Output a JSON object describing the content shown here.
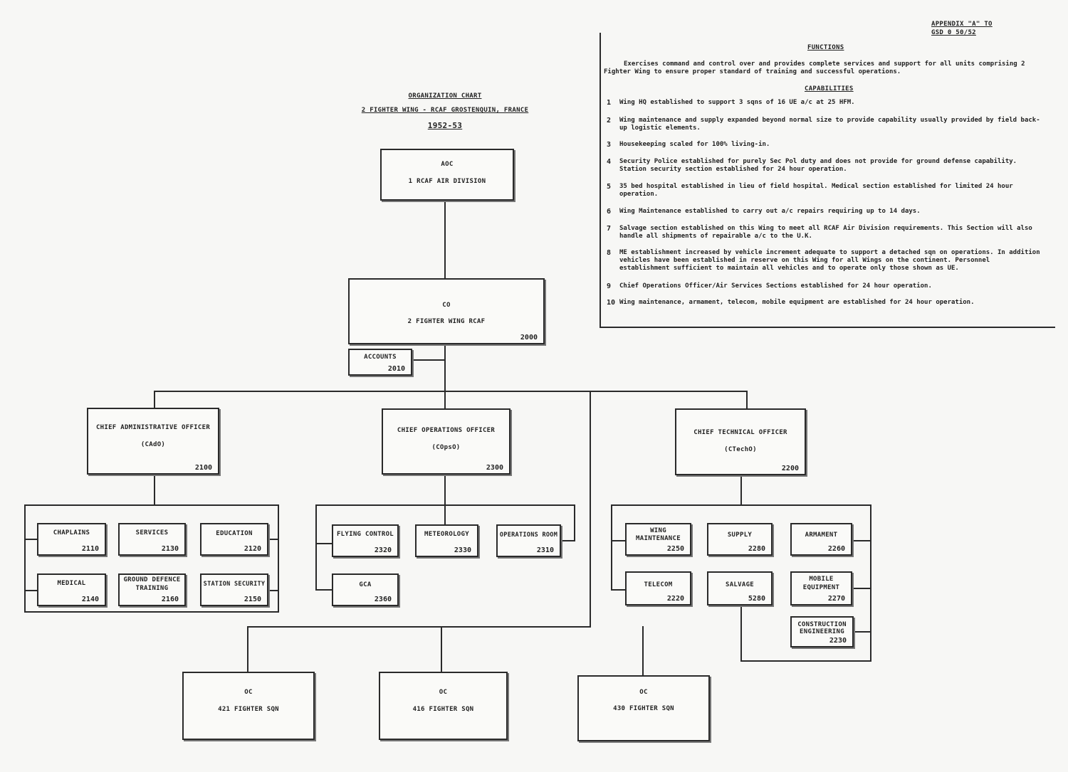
{
  "appendix": {
    "line1": "APPENDIX \"A\" TO",
    "line2": "GSD 0 50/52"
  },
  "title": {
    "line1": "ORGANIZATION CHART",
    "line2": "2 FIGHTER WING - RCAF GROSTENQUIN, FRANCE",
    "line3": "1952-53"
  },
  "functions": {
    "heading": "FUNCTIONS",
    "text": "Exercises command and control over and provides complete services and support for all units comprising 2 Fighter Wing to ensure proper standard of training and successful operations.",
    "capabilities_heading": "CAPABILITIES",
    "items": [
      {
        "n": "1",
        "text": "Wing HQ established to support 3 sqns of 16 UE a/c at 25 HFM."
      },
      {
        "n": "2",
        "text": "Wing maintenance and supply expanded beyond normal size to provide capability usually provided by field back-up logistic elements."
      },
      {
        "n": "3",
        "text": "Housekeeping scaled for 100% living-in."
      },
      {
        "n": "4",
        "text": "Security Police established for purely Sec Pol duty and does not provide for ground defense capability. Station security section established for 24 hour operation."
      },
      {
        "n": "5",
        "text": "35 bed hospital established in lieu of field hospital. Medical section established for limited 24 hour operation."
      },
      {
        "n": "6",
        "text": "Wing Maintenance established to carry out a/c repairs requiring up to 14 days."
      },
      {
        "n": "7",
        "text": "Salvage section established on this Wing to meet all RCAF Air Division requirements. This Section will also handle all shipments of repairable a/c to the U.K."
      },
      {
        "n": "8",
        "text": "ME establishment increased by vehicle increment adequate to support a detached sqn on operations. In addition vehicles have been established in reserve on this Wing for all Wings on the continent. Personnel establishment sufficient to maintain all vehicles and to operate only those shown as UE."
      },
      {
        "n": "9",
        "text": "Chief Operations Officer/Air Services Sections established for 24 hour operation."
      },
      {
        "n": "10",
        "text": "Wing maintenance, armament, telecom, mobile equipment are established for 24 hour operation."
      }
    ]
  },
  "nodes": {
    "aoc": {
      "l1": "AOC",
      "l2": "1 RCAF AIR DIVISION"
    },
    "co": {
      "l1": "CO",
      "l2": "2 FIGHTER WING RCAF",
      "num": "2000"
    },
    "accounts": {
      "l1": "ACCOUNTS",
      "num": "2010"
    },
    "cao": {
      "l1": "CHIEF ADMINISTRATIVE OFFICER",
      "l2": "(CAdO)",
      "num": "2100"
    },
    "coo": {
      "l1": "CHIEF OPERATIONS OFFICER",
      "l2": "(COpsO)",
      "num": "2300"
    },
    "cto": {
      "l1": "CHIEF TECHNICAL OFFICER",
      "l2": "(CTechO)",
      "num": "2200"
    },
    "chaplains": {
      "l1": "CHAPLAINS",
      "num": "2110"
    },
    "services": {
      "l1": "SERVICES",
      "num": "2130"
    },
    "education": {
      "l1": "EDUCATION",
      "num": "2120"
    },
    "medical": {
      "l1": "MEDICAL",
      "num": "2140"
    },
    "ground_defence": {
      "l1": "GROUND DEFENCE",
      "l2": "TRAINING",
      "num": "2160"
    },
    "station_security": {
      "l1": "STATION SECURITY",
      "num": "2150"
    },
    "flying_control": {
      "l1": "FLYING CONTROL",
      "num": "2320"
    },
    "meteorology": {
      "l1": "METEOROLOGY",
      "num": "2330"
    },
    "operations_room": {
      "l1": "OPERATIONS ROOM",
      "num": "2310"
    },
    "gca": {
      "l1": "GCA",
      "num": "2360"
    },
    "wing_maintenance": {
      "l1": "WING",
      "l2": "MAINTENANCE",
      "num": "2250"
    },
    "supply": {
      "l1": "SUPPLY",
      "num": "2280"
    },
    "armament": {
      "l1": "ARMAMENT",
      "num": "2260"
    },
    "telecom": {
      "l1": "TELECOM",
      "num": "2220"
    },
    "salvage": {
      "l1": "SALVAGE",
      "num": "5280"
    },
    "mobile_equipment": {
      "l1": "MOBILE",
      "l2": "EQUIPMENT",
      "num": "2270"
    },
    "construction": {
      "l1": "CONSTRUCTION",
      "l2": "ENGINEERING",
      "num": "2230"
    },
    "sqn421": {
      "l1": "OC",
      "l2": "421 FIGHTER SQN"
    },
    "sqn416": {
      "l1": "OC",
      "l2": "416 FIGHTER SQN"
    },
    "sqn430": {
      "l1": "OC",
      "l2": "430 FIGHTER SQN"
    }
  }
}
